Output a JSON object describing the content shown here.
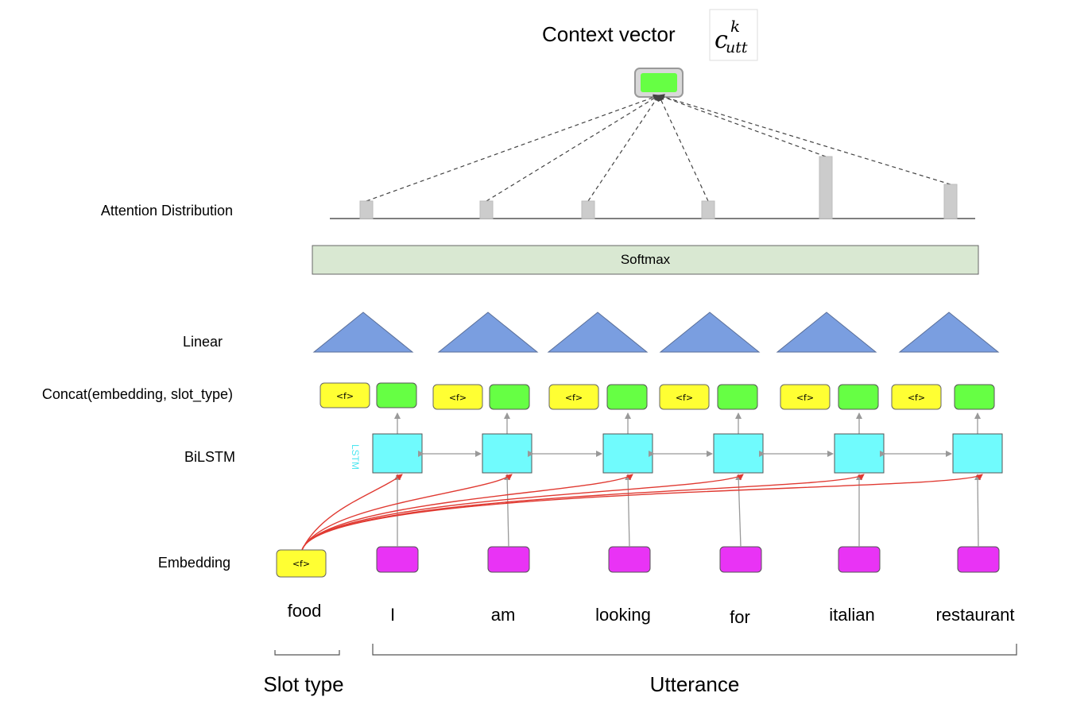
{
  "title": {
    "text": "Context vector",
    "formula_base": "c",
    "formula_sup": "k",
    "formula_sub": "utt"
  },
  "row_labels": {
    "attention": "Attention Distribution",
    "linear": "Linear",
    "concat": "Concat(embedding, slot_type)",
    "bilstm": "BiLSTM",
    "embedding": "Embedding"
  },
  "softmax_label": "Softmax",
  "lstm_side_label": "LSTM",
  "slot": {
    "word": "food",
    "tag": "<f>"
  },
  "words": [
    "I",
    "am",
    "looking",
    "for",
    "italian",
    "restaurant"
  ],
  "attention_weights": [
    0.22,
    0.22,
    0.22,
    0.22,
    0.78,
    0.43
  ],
  "concat_tag": "<f>",
  "group_labels": {
    "slot": "Slot type",
    "utterance": "Utterance"
  },
  "colors": {
    "context_green": "#66ff44",
    "concat_green": "#66ff44",
    "tag_yellow": "#ffff33",
    "lstm_cyan": "#70fbfd",
    "embed_magenta": "#e933f5",
    "linear_blue": "#7a9ee0",
    "softmax_fill": "#d9e8d2",
    "attention_bar": "#cccccc",
    "arrow_red": "#e03a32",
    "arrow_gray": "#999999"
  }
}
